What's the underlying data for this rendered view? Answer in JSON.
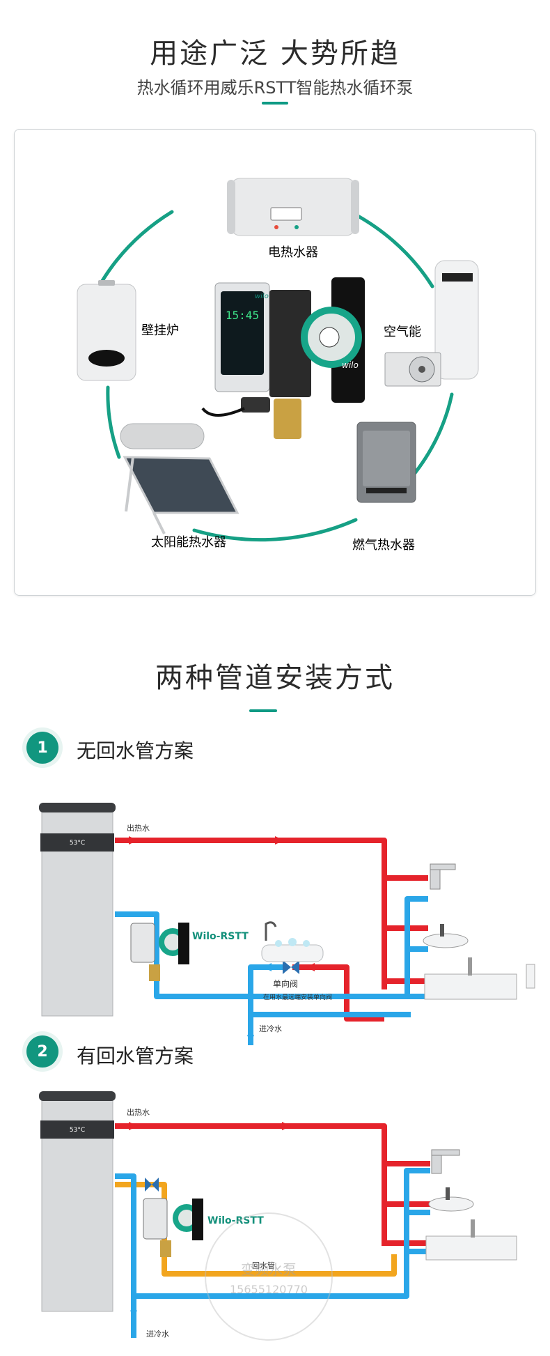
{
  "header": {
    "title": "用途广泛  大势所趋",
    "subtitle": "热水循环用威乐RSTT智能热水循环泵"
  },
  "devices": {
    "electric_heater": "电热水器",
    "boiler": "壁挂炉",
    "air_source": "空气能",
    "solar": "太阳能热水器",
    "gas_heater": "燃气热水器",
    "pump_display": "15:45",
    "tank_display": "53°C",
    "brand": "wilo"
  },
  "install": {
    "title": "两种管道安装方式",
    "scheme1": {
      "number": "1",
      "title": "无回水管方案",
      "hot_out": "出热水",
      "pump_label": "Wilo-RSTT",
      "valve": "单向阀",
      "valve_note": "在用水最远端安装单向阀",
      "cold_in": "进冷水",
      "tank_display": "53°C"
    },
    "scheme2": {
      "number": "2",
      "title": "有回水管方案",
      "hot_out": "出热水",
      "pump_label": "Wilo-RSTT",
      "return_pipe": "回水管",
      "cold_in": "进冷水",
      "tank_display": "53°C"
    }
  },
  "watermark": {
    "line1": "变频水泵",
    "line2": "15655120770"
  },
  "colors": {
    "accent": "#0e9a84",
    "hot": "#e5232b",
    "cold": "#2aa6e8",
    "return": "#f2a51e"
  }
}
